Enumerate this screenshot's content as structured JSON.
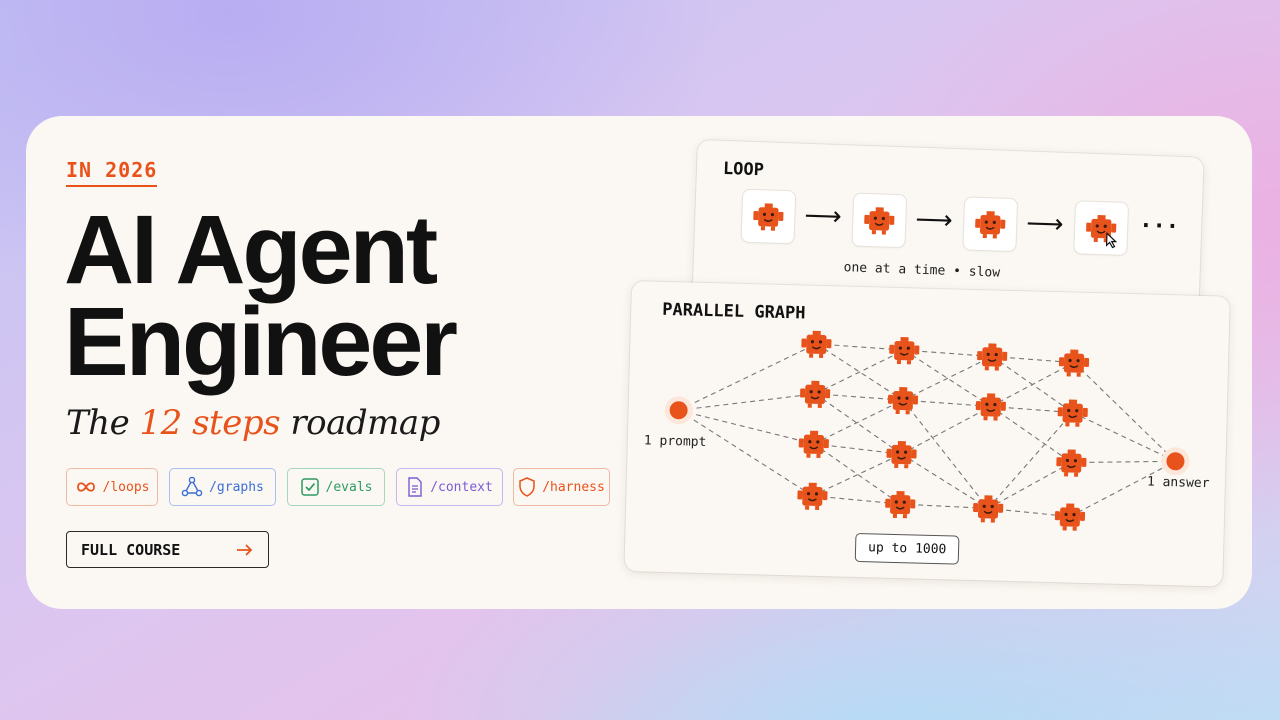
{
  "header": {
    "eyebrow": "IN 2026",
    "title_line1": "AI Agent",
    "title_line2": "Engineer",
    "subtitle_pre": "The ",
    "subtitle_accent": "12 steps",
    "subtitle_post": " roadmap"
  },
  "tags": [
    {
      "label": "/loops",
      "icon": "infinity-icon",
      "color": "#e8531c"
    },
    {
      "label": "/graphs",
      "icon": "graph-nodes-icon",
      "color": "#3b6fd6"
    },
    {
      "label": "/evals",
      "icon": "checkbox-icon",
      "color": "#2e9a62"
    },
    {
      "label": "/context",
      "icon": "document-icon",
      "color": "#7b5bd6"
    },
    {
      "label": "/harness",
      "icon": "shield-icon",
      "color": "#e8531c"
    }
  ],
  "cta": {
    "label": "FULL COURSE",
    "icon": "arrow-right-icon"
  },
  "loop_panel": {
    "title": "LOOP",
    "caption": "one at a time • slow",
    "ellipsis": "···"
  },
  "graph_panel": {
    "title": "PARALLEL GRAPH",
    "input_label": "1 prompt",
    "output_label": "1 answer",
    "badge": "up to 1000"
  },
  "colors": {
    "accent": "#e8531c",
    "robot": "#e8531c",
    "card_bg": "#fbf7f2"
  }
}
